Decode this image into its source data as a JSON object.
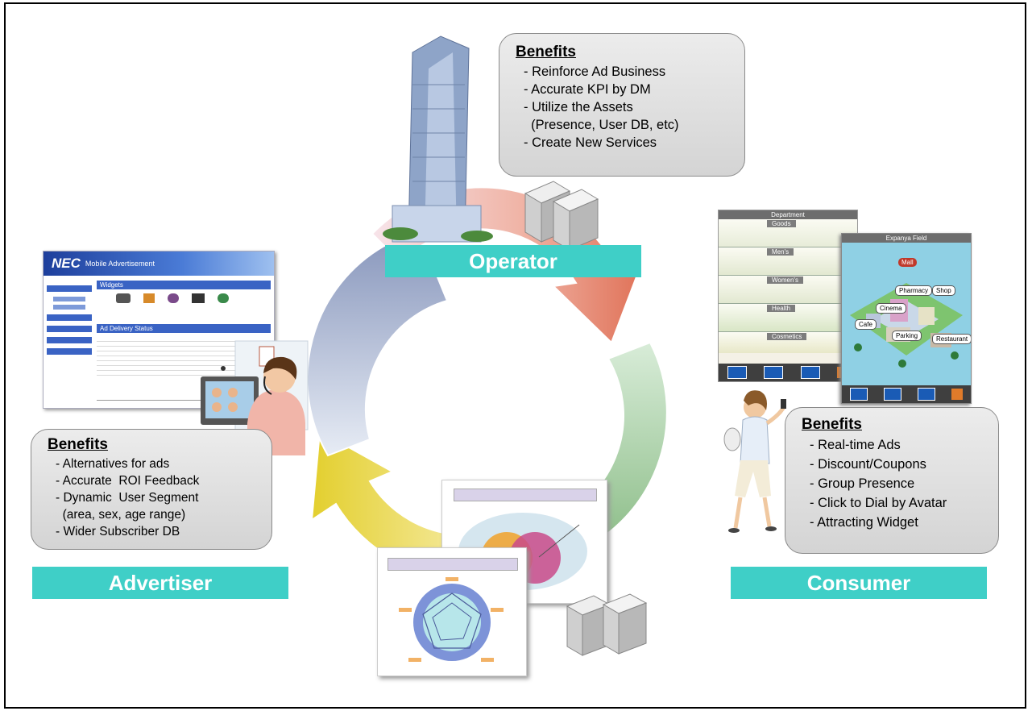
{
  "operator": {
    "label": "Operator",
    "benefits_title": "Benefits",
    "benefits": [
      "- Reinforce Ad Business",
      "- Accurate KPI by DM",
      "- Utilize the Assets",
      "  (Presence, User DB, etc)",
      "- Create New Services"
    ]
  },
  "advertiser": {
    "label": "Advertiser",
    "benefits_title": "Benefits",
    "benefits": [
      "- Alternatives for ads",
      "- Accurate  ROI Feedback",
      "- Dynamic  User Segment",
      "  (area, sex, age range)",
      "- Wider Subscriber DB"
    ]
  },
  "consumer": {
    "label": "Consumer",
    "benefits_title": "Benefits",
    "benefits": [
      "- Real-time Ads",
      "- Discount/Coupons",
      "- Group Presence",
      "- Click to Dial by Avatar",
      "- Attracting Widget"
    ]
  },
  "portal": {
    "logo": "NEC",
    "title": "Mobile Advertisement",
    "section_widgets": "Widgets",
    "section_status": "Ad Delivery Status"
  },
  "phone_left": {
    "header": "Department",
    "floors": [
      "Goods",
      "Men's",
      "Women's",
      "Health",
      "Cosmetics"
    ]
  },
  "phone_right": {
    "header": "Expanya Field",
    "places": [
      "Mall",
      "Pharmacy",
      "Shop",
      "Cinema",
      "Cafe",
      "Parking",
      "Restaurant"
    ]
  },
  "colors": {
    "label_bg": "#3fcfc7",
    "arrow_operator": "#e07a5f",
    "arrow_consumer": "#8fc18b",
    "arrow_advertiser": "#e5d44a",
    "arrow_cycle": "#a5b3d0"
  }
}
